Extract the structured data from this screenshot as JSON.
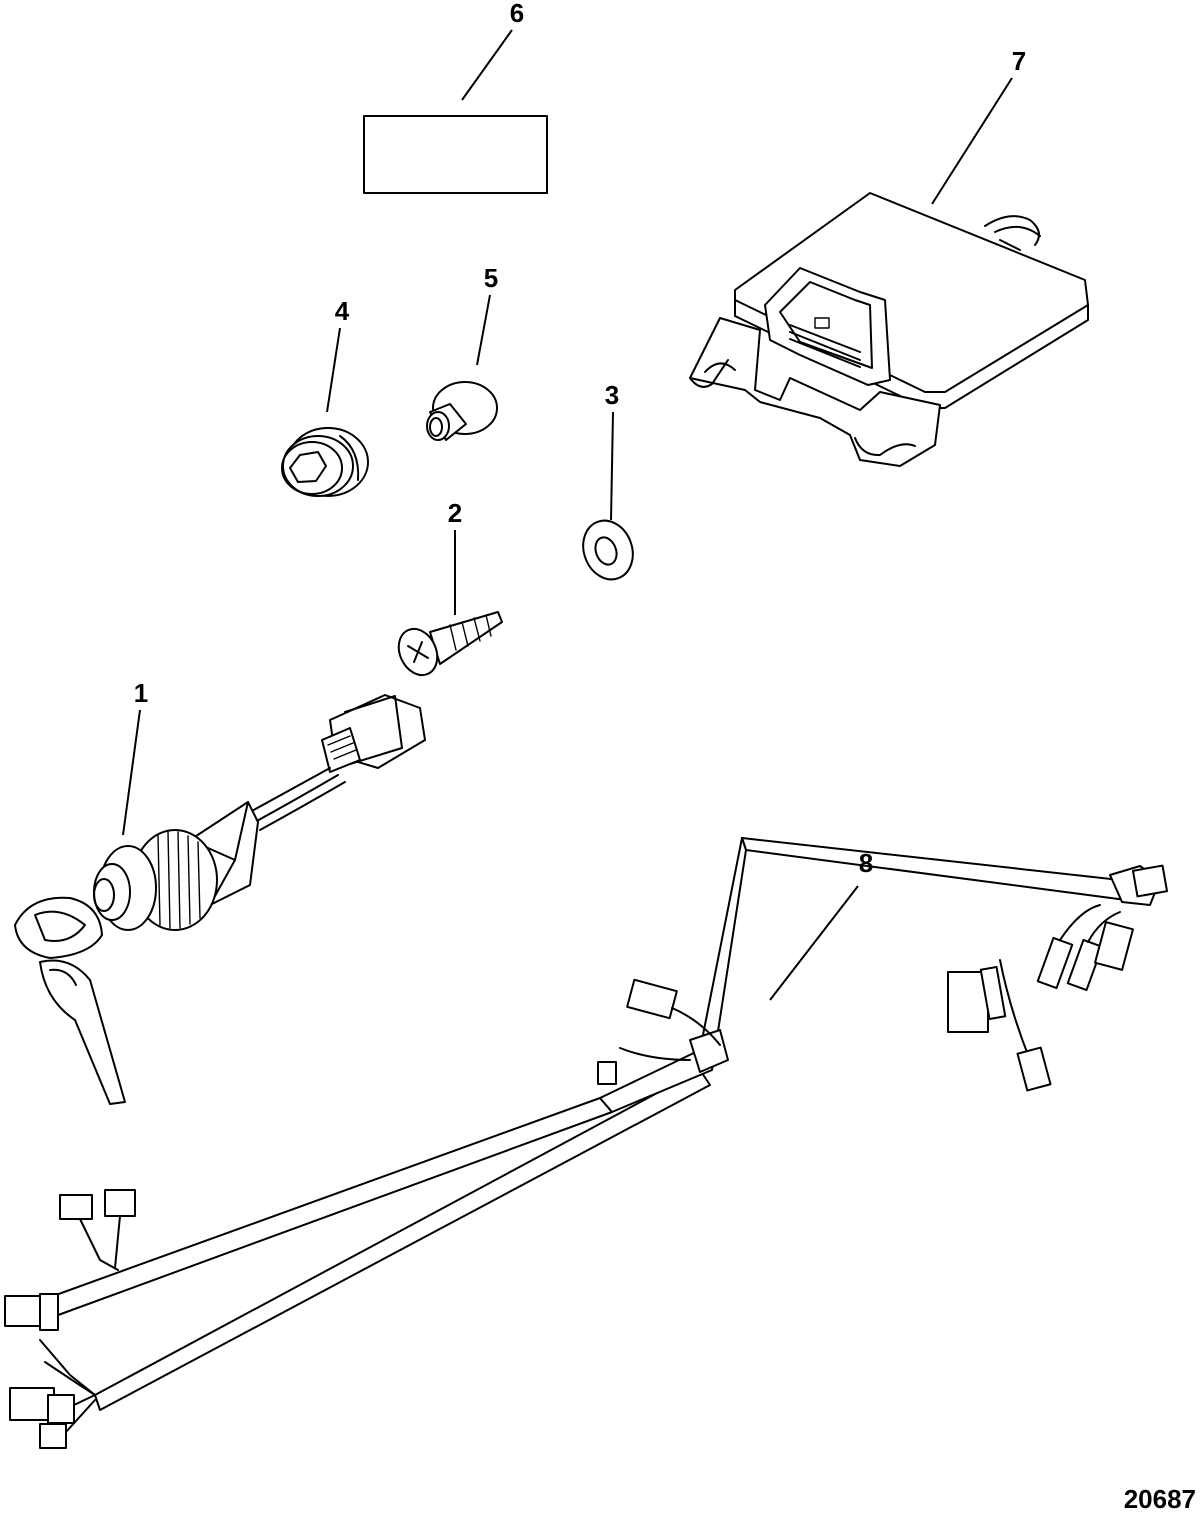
{
  "callouts": [
    {
      "id": "1",
      "label": "1"
    },
    {
      "id": "2",
      "label": "2"
    },
    {
      "id": "3",
      "label": "3"
    },
    {
      "id": "4",
      "label": "4"
    },
    {
      "id": "5",
      "label": "5"
    },
    {
      "id": "6",
      "label": "6"
    },
    {
      "id": "7",
      "label": "7"
    },
    {
      "id": "8",
      "label": "8"
    }
  ],
  "figure_id": "20687"
}
